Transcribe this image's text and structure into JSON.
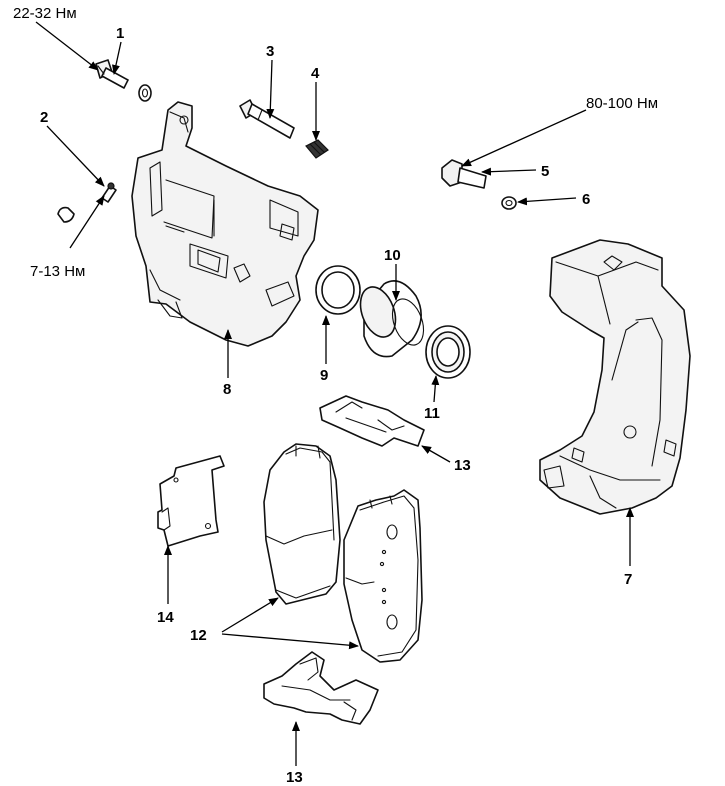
{
  "labels": {
    "n1": "1",
    "n2": "2",
    "n3": "3",
    "n4": "4",
    "n5": "5",
    "n6": "6",
    "n7": "7",
    "n8": "8",
    "n9": "9",
    "n10": "10",
    "n11": "11",
    "n12": "12",
    "n13a": "13",
    "n13b": "13",
    "n14": "14"
  },
  "torques": {
    "bolt1": "22-32 Нм",
    "bleeder": "7-13 Нм",
    "bolt5": "80-100 Нм"
  }
}
